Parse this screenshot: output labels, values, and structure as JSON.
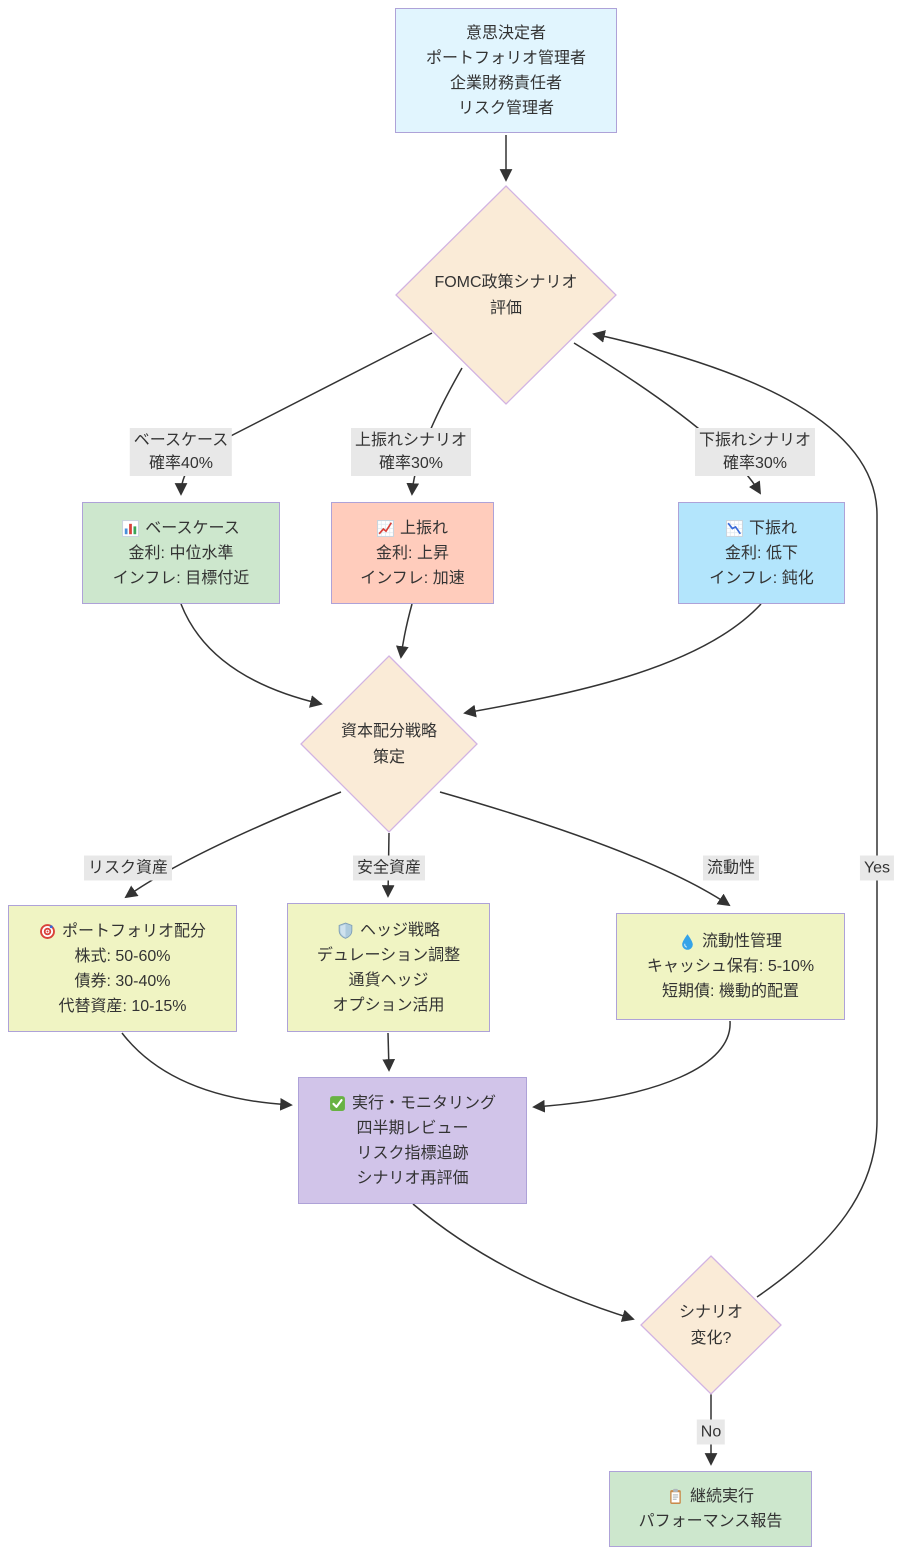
{
  "diagram": {
    "type": "flowchart",
    "direction": "top-down"
  },
  "colors": {
    "actors_fill": "#E1F5FE",
    "decision_fill": "#FAEBD7",
    "base_case_fill": "#C8E6C9",
    "upside_fill": "#FFCCBC",
    "downside_fill": "#B3E5FC",
    "strategy_fill": "#F0F4C3",
    "execution_fill": "#D1C4E9",
    "continue_fill": "#C8E6C9",
    "node_border": "#AEA2D8",
    "edge_color": "#333333",
    "edge_label_bg": "#E8E8E8",
    "text_color": "#333333"
  },
  "nodes": {
    "actors": {
      "lines": [
        "意思決定者",
        "ポートフォリオ管理者",
        "企業財務責任者",
        "リスク管理者"
      ]
    },
    "fomc_decision": {
      "lines": [
        "FOMC政策シナリオ",
        "評価"
      ]
    },
    "base_case": {
      "icon": "bar-chart-icon",
      "title": "ベースケース",
      "lines": [
        "金利: 中位水準",
        "インフレ: 目標付近"
      ]
    },
    "upside": {
      "icon": "chart-increasing-icon",
      "title": "上振れ",
      "lines": [
        "金利: 上昇",
        "インフレ: 加速"
      ]
    },
    "downside": {
      "icon": "chart-decreasing-icon",
      "title": "下振れ",
      "lines": [
        "金利: 低下",
        "インフレ: 鈍化"
      ]
    },
    "capital_allocation_decision": {
      "lines": [
        "資本配分戦略",
        "策定"
      ]
    },
    "portfolio_allocation": {
      "icon": "target-icon",
      "title": "ポートフォリオ配分",
      "lines": [
        "株式: 50-60%",
        "債券: 30-40%",
        "代替資産: 10-15%"
      ]
    },
    "hedge_strategy": {
      "icon": "shield-icon",
      "title": "ヘッジ戦略",
      "lines": [
        "デュレーション調整",
        "通貨ヘッジ",
        "オプション活用"
      ]
    },
    "liquidity_management": {
      "icon": "droplet-icon",
      "title": "流動性管理",
      "lines": [
        "キャッシュ保有: 5-10%",
        "短期債: 機動的配置"
      ]
    },
    "execution_monitoring": {
      "icon": "check-mark-icon",
      "title": "実行・モニタリング",
      "lines": [
        "四半期レビュー",
        "リスク指標追跡",
        "シナリオ再評価"
      ]
    },
    "scenario_change_decision": {
      "lines": [
        "シナリオ",
        "変化?"
      ]
    },
    "continue_execution": {
      "icon": "clipboard-icon",
      "title": "継続実行",
      "lines": [
        "パフォーマンス報告"
      ]
    }
  },
  "edges": [
    {
      "id": "actors-to-fomc",
      "from": "actors",
      "to": "fomc_decision"
    },
    {
      "id": "fomc-to-base",
      "from": "fomc_decision",
      "to": "base_case",
      "label": [
        "ベースケース",
        "確率40%"
      ]
    },
    {
      "id": "fomc-to-upside",
      "from": "fomc_decision",
      "to": "upside",
      "label": [
        "上振れシナリオ",
        "確率30%"
      ]
    },
    {
      "id": "fomc-to-downside",
      "from": "fomc_decision",
      "to": "downside",
      "label": [
        "下振れシナリオ",
        "確率30%"
      ]
    },
    {
      "id": "base-to-capital",
      "from": "base_case",
      "to": "capital_allocation_decision"
    },
    {
      "id": "upside-to-capital",
      "from": "upside",
      "to": "capital_allocation_decision"
    },
    {
      "id": "downside-to-capital",
      "from": "downside",
      "to": "capital_allocation_decision"
    },
    {
      "id": "capital-to-portfolio",
      "from": "capital_allocation_decision",
      "to": "portfolio_allocation",
      "label": [
        "リスク資産"
      ]
    },
    {
      "id": "capital-to-hedge",
      "from": "capital_allocation_decision",
      "to": "hedge_strategy",
      "label": [
        "安全資産"
      ]
    },
    {
      "id": "capital-to-liquidity",
      "from": "capital_allocation_decision",
      "to": "liquidity_management",
      "label": [
        "流動性"
      ]
    },
    {
      "id": "portfolio-to-execution",
      "from": "portfolio_allocation",
      "to": "execution_monitoring"
    },
    {
      "id": "hedge-to-execution",
      "from": "hedge_strategy",
      "to": "execution_monitoring"
    },
    {
      "id": "liquidity-to-execution",
      "from": "liquidity_management",
      "to": "execution_monitoring"
    },
    {
      "id": "execution-to-scenario",
      "from": "execution_monitoring",
      "to": "scenario_change_decision"
    },
    {
      "id": "scenario-to-fomc",
      "from": "scenario_change_decision",
      "to": "fomc_decision",
      "label": [
        "Yes"
      ]
    },
    {
      "id": "scenario-to-continue",
      "from": "scenario_change_decision",
      "to": "continue_execution",
      "label": [
        "No"
      ]
    }
  ]
}
